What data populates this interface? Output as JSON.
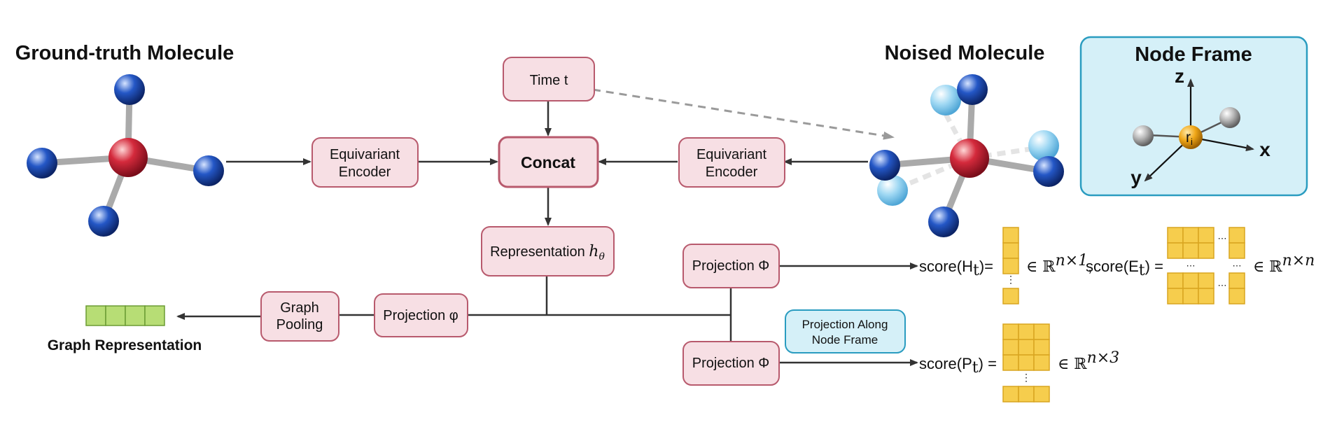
{
  "titles": {
    "ground_truth": "Ground-truth Molecule",
    "noised": "Noised Molecule",
    "node_frame": "Node Frame",
    "graph_representation": "Graph Representation"
  },
  "boxes": {
    "time": "Time t",
    "encoder_left_1": "Equivariant",
    "encoder_left_2": "Encoder",
    "concat": "Concat",
    "encoder_right_1": "Equivariant",
    "encoder_right_2": "Encoder",
    "representation": "Representation ",
    "representation_symbol": "h",
    "representation_sub": "θ",
    "projection_phi_small": "Projection φ",
    "graph_pooling_1": "Graph",
    "graph_pooling_2": "Pooling",
    "projection_Phi_top": "Projection Φ",
    "projection_Phi_bottom": "Projection Φ",
    "projection_along_1": "Projection Along",
    "projection_along_2": "Node Frame"
  },
  "node_frame": {
    "axis_z": "z",
    "axis_x": "x",
    "axis_y": "y",
    "node_label": "r",
    "node_sub": "i"
  },
  "scores": {
    "h_label": "score(H",
    "h_sub": "t",
    "h_end": ")=",
    "h_space": "∈ ℝ",
    "h_sup": "n×1",
    "e_label": "score(E",
    "e_sub": "t",
    "e_end": ") =",
    "e_space": "∈ ℝ",
    "e_sup": "n×n",
    "p_label": "score(P",
    "p_sub": "t",
    "p_end": ") =",
    "p_space": "∈ ℝ",
    "p_sup": "n×3",
    "comma": ","
  },
  "colors": {
    "box_fill": "#f7dfe4",
    "box_stroke": "#b85a6d",
    "frame_fill": "#d5f0f8",
    "frame_stroke": "#2a9cc0",
    "matrix_cell": "#f6cd4d",
    "graph_cell": "#b7dd75",
    "atom_center": "#c8102e",
    "atom_outer": "#1f4fb8",
    "atom_noised": "#8fd0f0"
  }
}
